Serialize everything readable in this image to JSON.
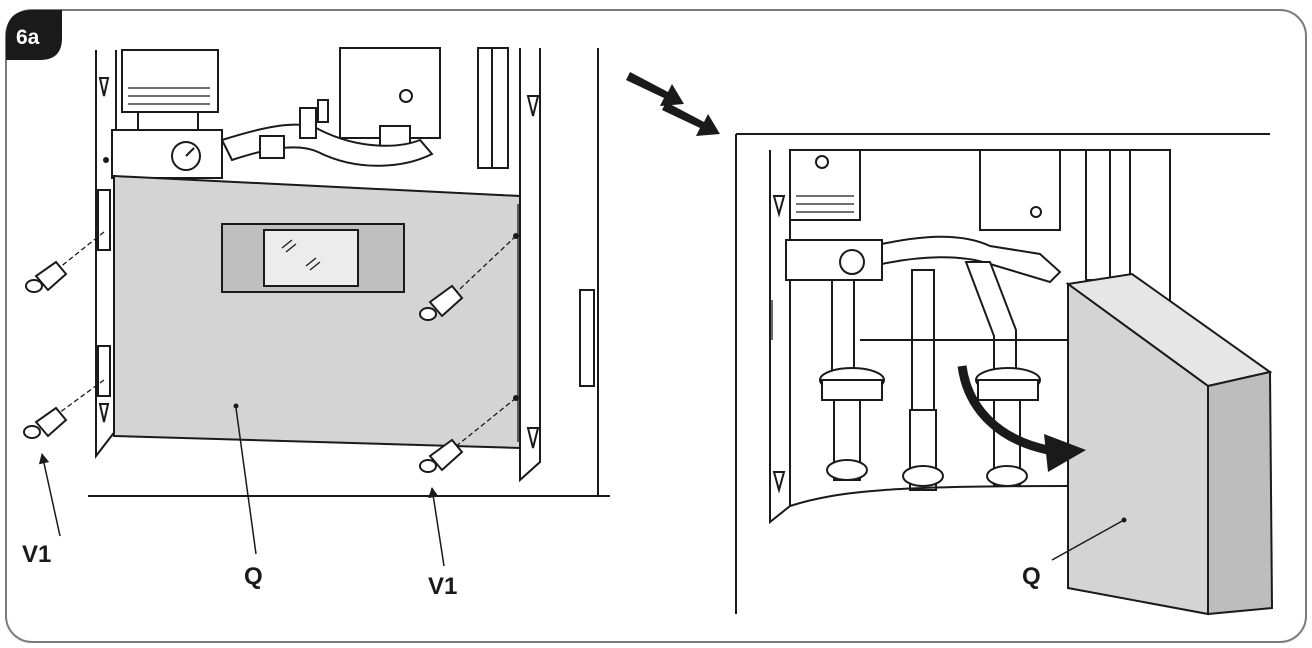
{
  "figure": {
    "badge": "6a",
    "left_panel": {
      "screw_label_left": "V1",
      "panel_label": "Q",
      "screw_label_right": "V1"
    },
    "right_panel": {
      "panel_label": "Q"
    },
    "colors": {
      "panel_fill": "#d4d4d4",
      "line": "#1a1a1a",
      "frame": "#7a7a7a"
    }
  }
}
